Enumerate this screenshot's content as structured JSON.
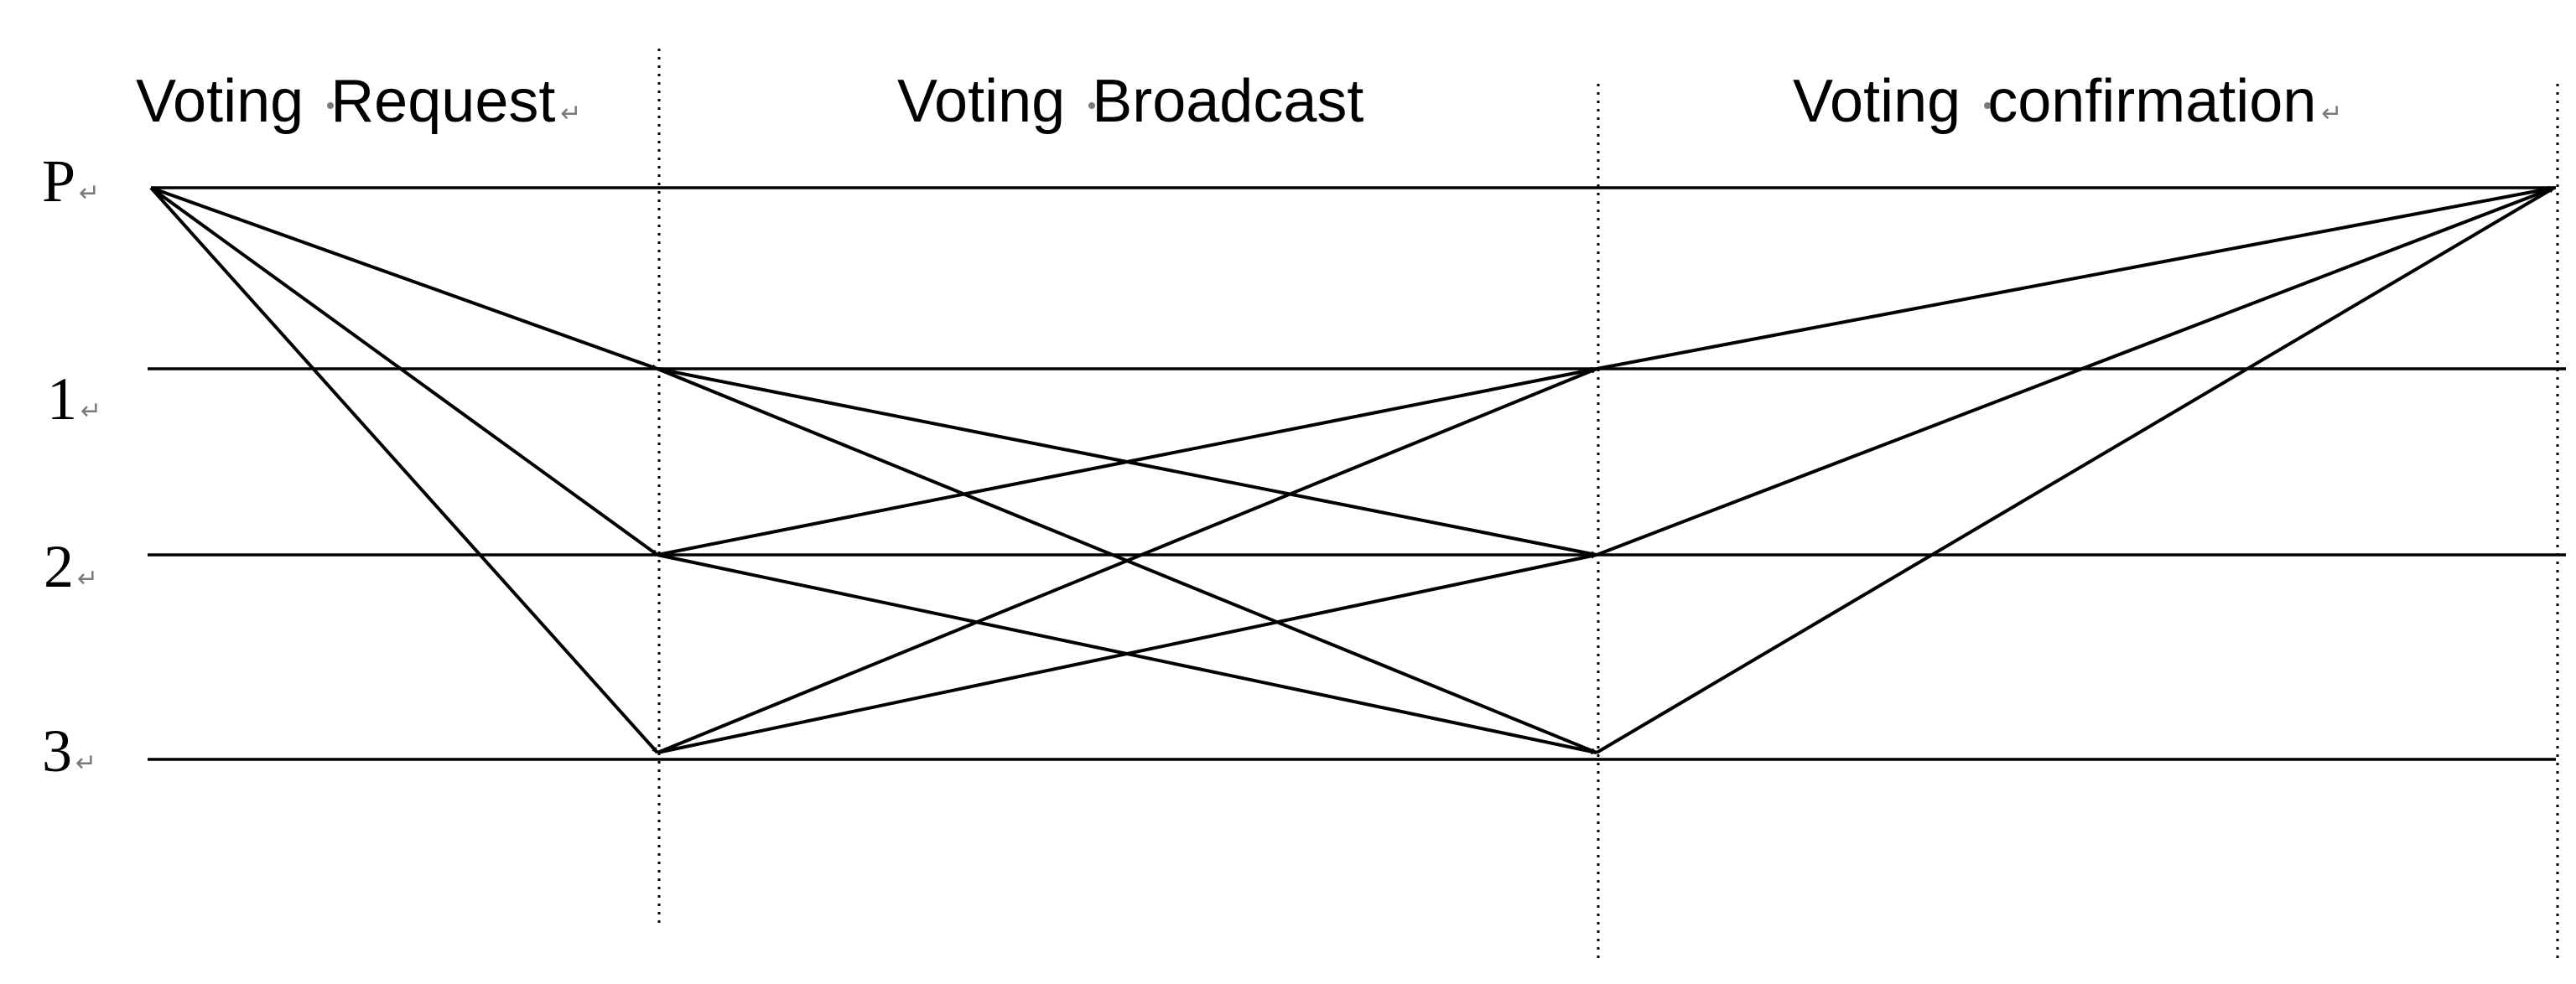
{
  "phases": [
    {
      "word1": "Voting",
      "word2": "Request"
    },
    {
      "word1": "Voting",
      "word2": "Broadcast"
    },
    {
      "word1": "Voting",
      "word2": "confirmation"
    }
  ],
  "nodes": [
    "P",
    "1",
    "2",
    "3"
  ],
  "formatting_marks": {
    "paragraph": "↵"
  },
  "colors": {
    "ink": "#000000",
    "formatting_marks": "#7a7a7a",
    "background": "#ffffff"
  },
  "messages": [
    {
      "phase": "Voting Request",
      "from": "P",
      "to": "1"
    },
    {
      "phase": "Voting Request",
      "from": "P",
      "to": "2"
    },
    {
      "phase": "Voting Request",
      "from": "P",
      "to": "3"
    },
    {
      "phase": "Voting Broadcast",
      "from": "1",
      "to": "2"
    },
    {
      "phase": "Voting Broadcast",
      "from": "1",
      "to": "3"
    },
    {
      "phase": "Voting Broadcast",
      "from": "2",
      "to": "1"
    },
    {
      "phase": "Voting Broadcast",
      "from": "2",
      "to": "3"
    },
    {
      "phase": "Voting Broadcast",
      "from": "3",
      "to": "1"
    },
    {
      "phase": "Voting Broadcast",
      "from": "3",
      "to": "2"
    },
    {
      "phase": "Voting confirmation",
      "from": "1",
      "to": "P"
    },
    {
      "phase": "Voting confirmation",
      "from": "2",
      "to": "P"
    },
    {
      "phase": "Voting confirmation",
      "from": "3",
      "to": "P"
    }
  ]
}
